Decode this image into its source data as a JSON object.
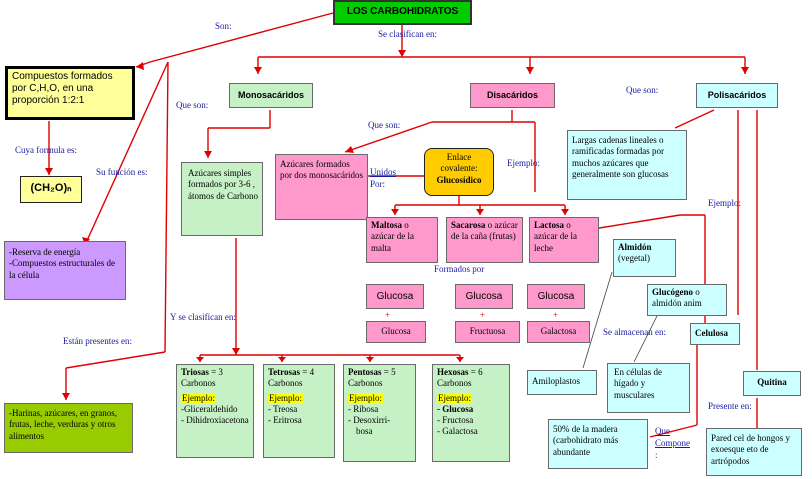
{
  "title": "LOS CARBOHIDRATOS",
  "labels": {
    "son": "Son:",
    "se_clasifican_en": "Se clasifican en:",
    "cuya_formula_es": "Cuya formula es:",
    "su_funcion_es": "Su función es:",
    "estan_presentes_en": "Están presentes en:",
    "que_son_mono": "Que son:",
    "que_son_di": "Que son:",
    "que_son_poli": "Que son:",
    "unidos": "Unidos",
    "por": "Por:",
    "ejemplo_di": "Ejemplo:",
    "ejemplo_poli": "Ejemplo:",
    "y_se_clasifican_en": "Y se clasifican en:",
    "formados_por": "Formados por",
    "se_almacenan_en": "Se almacenan en:",
    "que": "Que",
    "compone": "Compone",
    "compone_colon": ":",
    "presente_en": "Presente en:"
  },
  "main_def": "Compuestos formados por C,H,O, en una proporción 1:2:1",
  "formula": "(CH₂O)ₙ",
  "functions": [
    "-Reserva de energía",
    "-Compuestos estructurales de la célula"
  ],
  "present_in": "-Harinas, azúcares, en granos, frutas, leche, verduras y otros alimentos",
  "monosacaridos": {
    "title": "Monosacáridos",
    "def": "Azúcares simples formados por 3-6 , átomos de Carbono",
    "classes": [
      {
        "name": "Triosas",
        "suffix": "= 3",
        "carbons": "Carbonos",
        "ejemplo": "Ejemplo:",
        "items": [
          "-Gliceraldehído",
          "- Dihidroxiacetona"
        ]
      },
      {
        "name": "Tetrosas",
        "suffix": "= 4",
        "carbons": "Carbonos",
        "ejemplo": "Ejemplo:",
        "items": [
          "- Treosa",
          "- Eritrosa"
        ]
      },
      {
        "name": "Pentosas",
        "suffix": "= 5",
        "carbons": "Carbonos",
        "ejemplo": "Ejemplo:",
        "items": [
          "- Ribosa",
          "- Desoxirri-",
          "bosa"
        ]
      },
      {
        "name": "Hexosas",
        "suffix": "= 6",
        "carbons": "Carbonos",
        "ejemplo": "Ejemplo:",
        "items": [
          "- Glucosa",
          "- Fructosa",
          "- Galactosa"
        ]
      }
    ]
  },
  "disacaridos": {
    "title": "Disacáridos",
    "def": "Azúcares formados por dos monosacáridos",
    "enlace_line1": "Enlace",
    "enlace_line2": "covalente:",
    "enlace_line3": "Glucosídico",
    "examples": [
      {
        "name": "Maltosa",
        "rest": "o azúcar de la malta",
        "a": "Glucosa",
        "b": "Glucosa"
      },
      {
        "name": "Sacarosa",
        "rest": "o azúcar de la caña (frutas)",
        "a": "Glucosa",
        "b": "Fructuosa"
      },
      {
        "name": "Lactosa",
        "rest": "o azúcar de la leche",
        "a": "Glucosa",
        "b": "Galactosa"
      }
    ],
    "plus": "+"
  },
  "polisacaridos": {
    "title": "Polisacáridos",
    "def": "Largas cadenas lineales o ramificadas formadas por muchos azúcares  que generalmente son glucosas",
    "almidon": "Almidón",
    "almidon_sub": "(vegetal)",
    "glucogeno": "Glucógeno",
    "glucogeno_sub": "o almidón anim",
    "celulosa": "Celulosa",
    "quitina": "Quitina",
    "amiloplastos": "Amiloplastos",
    "celulas": "En células de hígado y musculares",
    "madera": "50% de la madera (carbohidrato más abundante",
    "pared": "Pared cel de hongos y exoesque eto de artrópodos"
  }
}
